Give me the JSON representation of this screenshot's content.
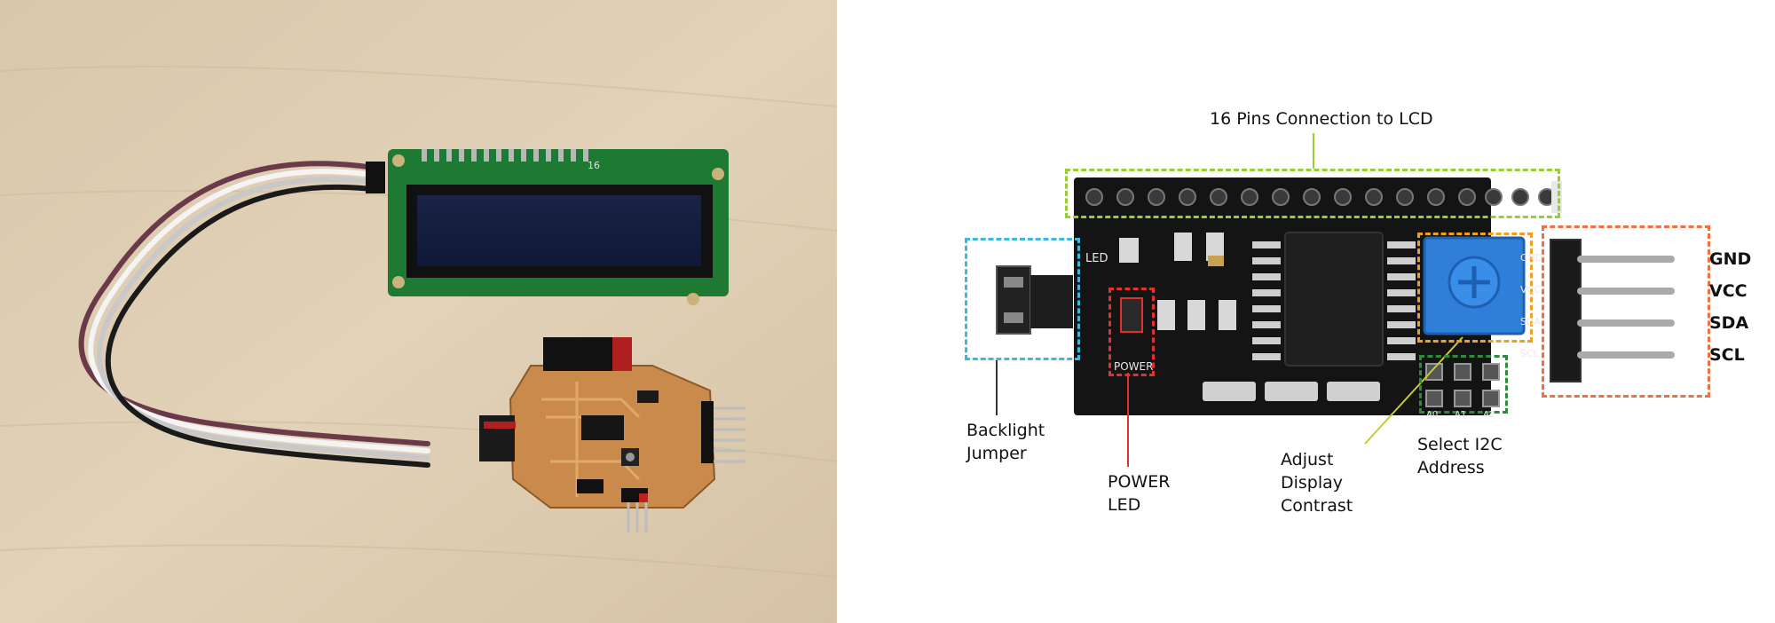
{
  "diagram": {
    "top_label": "16 Pins Connection to LCD",
    "backlight_label": "Backlight\nJumper",
    "power_led_label": "POWER\nLED",
    "contrast_label": "Adjust\nDisplay\nContrast",
    "i2c_label": "Select I2C\nAddress",
    "pins": [
      "GND",
      "VCC",
      "SDA",
      "SCL"
    ],
    "silkscreen": {
      "led": "LED",
      "power": "POWER",
      "addr": [
        "A0",
        "A1",
        "A2"
      ],
      "pins": [
        "GND",
        "VCC",
        "SDA",
        "SCL"
      ]
    },
    "colors": {
      "lcd_pins_box": "#9acd32",
      "backlight_box": "#3fb8e0",
      "power_box": "#e53030",
      "contrast_box": "#f0a020",
      "i2c_box": "#2e8b3a",
      "pins_box": "#f07040"
    }
  },
  "photo": {
    "lcd_header_marking": "16"
  }
}
